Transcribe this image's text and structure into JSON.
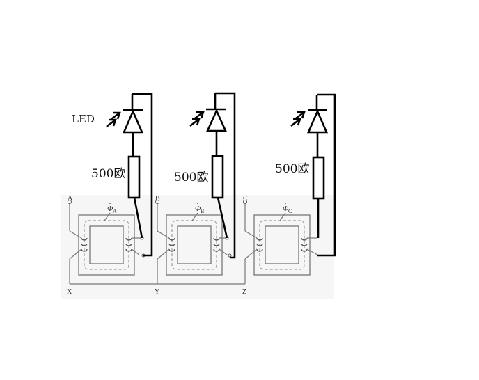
{
  "labels": {
    "led": "LED",
    "resistor": "500欧"
  },
  "phases": [
    {
      "terminal_top": "A",
      "terminal_bottom": "X",
      "phi": "Φ",
      "phi_sub": "A"
    },
    {
      "terminal_top": "B",
      "terminal_bottom": "Y",
      "phi": "Φ",
      "phi_sub": "B"
    },
    {
      "terminal_top": "C",
      "terminal_bottom": "Z",
      "phi": "Φ",
      "phi_sub": "C"
    }
  ]
}
